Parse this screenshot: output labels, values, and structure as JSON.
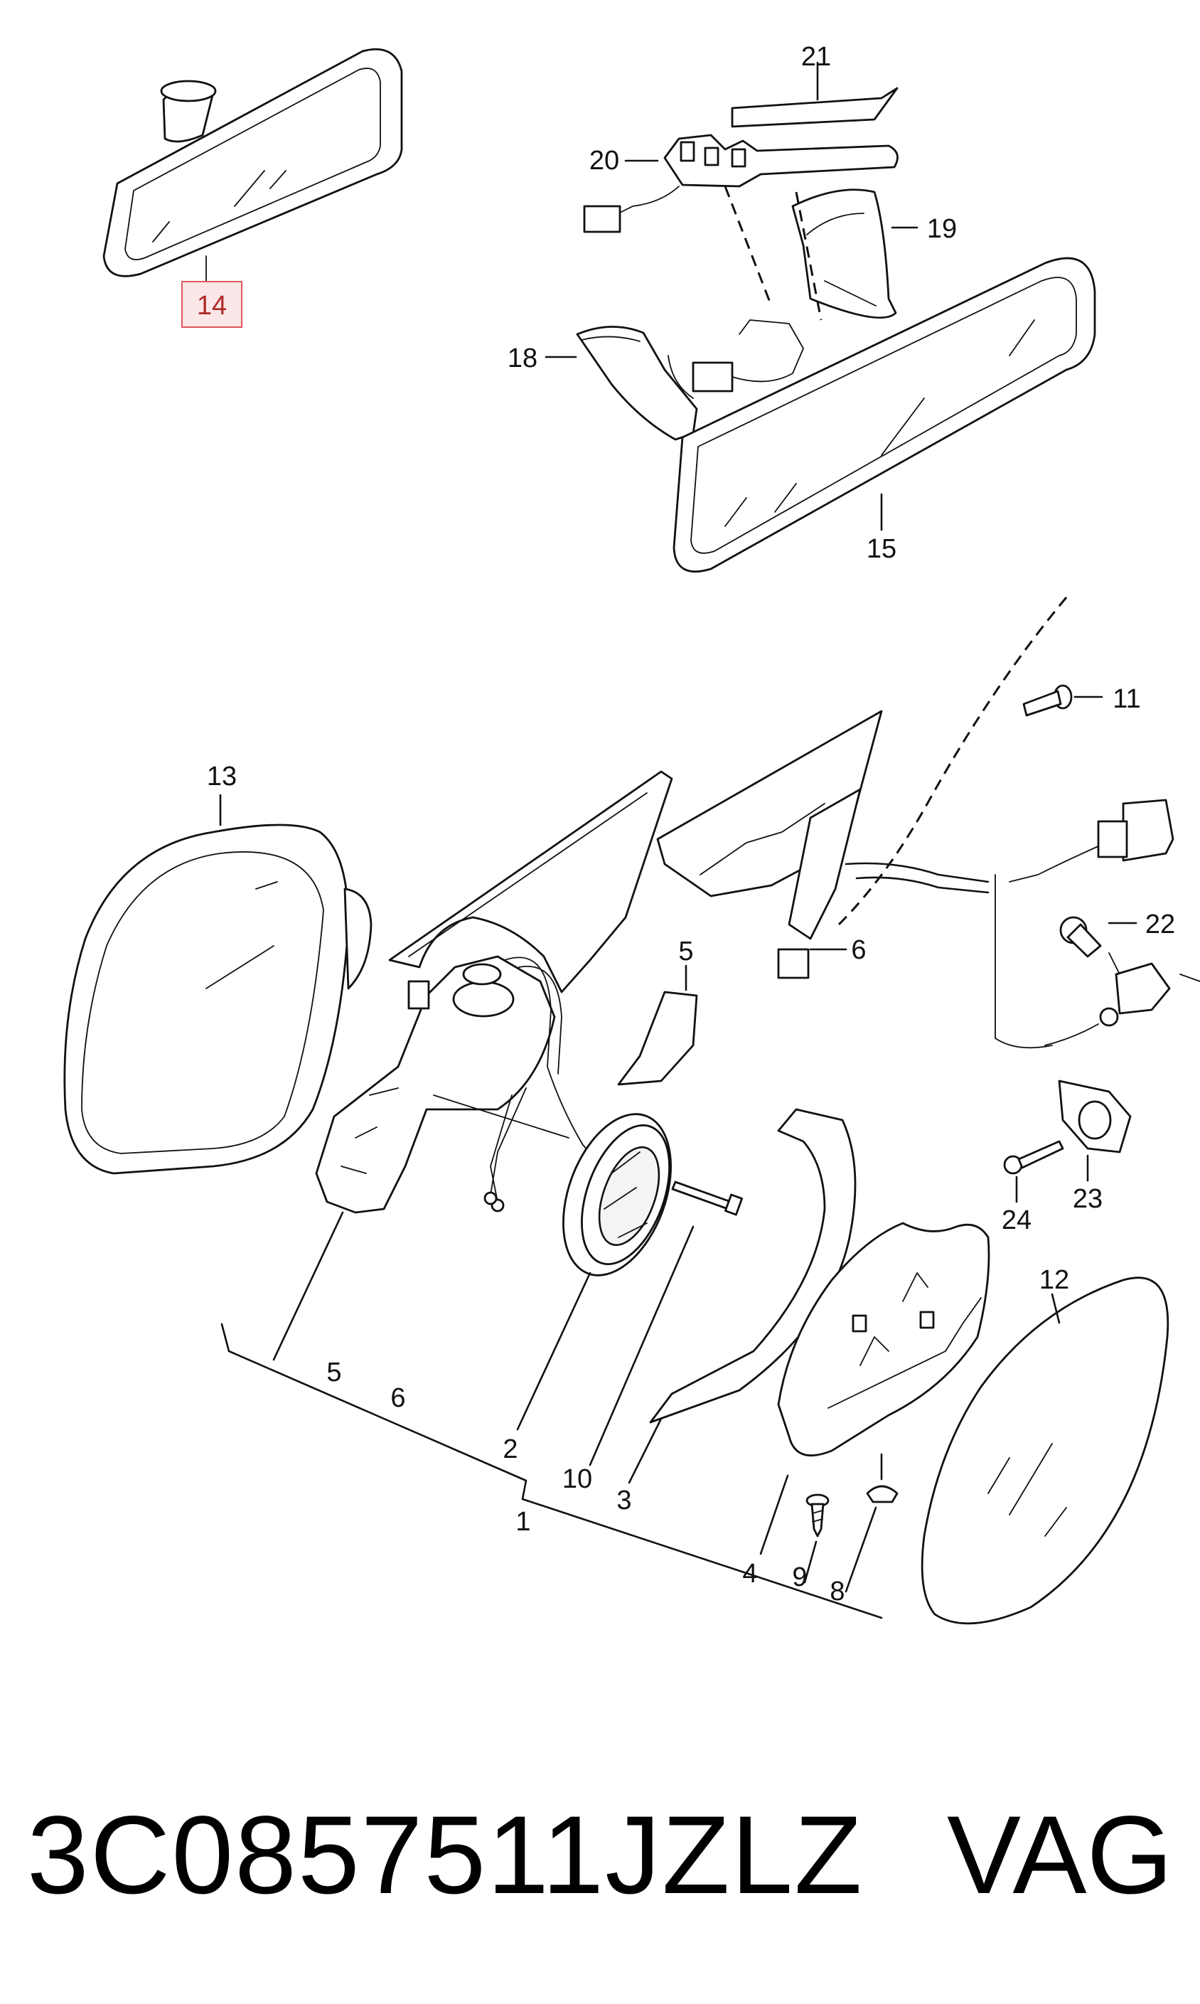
{
  "callouts": {
    "c1": "1",
    "c2": "2",
    "c3": "3",
    "c4": "4",
    "c5a": "5",
    "c5b": "5",
    "c6a": "6",
    "c6b": "6",
    "c8": "8",
    "c9": "9",
    "c10": "10",
    "c11": "11",
    "c12": "12",
    "c13": "13",
    "c14": "14",
    "c15": "15",
    "c18": "18",
    "c19": "19",
    "c20": "20",
    "c21": "21",
    "c22": "22",
    "c23": "23",
    "c24": "24"
  },
  "highlight": {
    "callout": "14",
    "color": "#e0585e",
    "fill": "#fbe7e7"
  },
  "footer": {
    "part_number": "3C0857511JZLZ",
    "brand": "VAG"
  }
}
